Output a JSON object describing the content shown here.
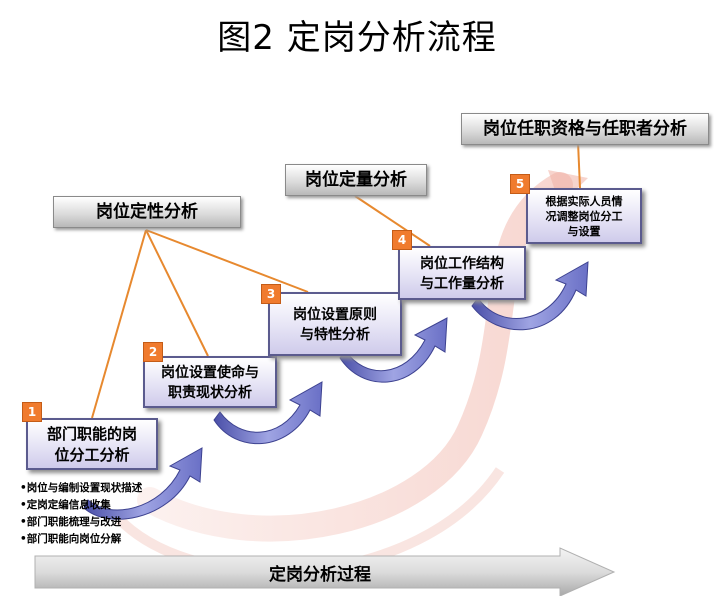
{
  "title": "图2  定岗分析流程",
  "labels": {
    "qualitative": "岗位定性分析",
    "quantitative": "岗位定量分析",
    "qualification": "岗位任职资格与任职者分析"
  },
  "steps": [
    {
      "num": "1",
      "text": "部门职能的岗\n位分工分析"
    },
    {
      "num": "2",
      "text": "岗位设置使命与\n职责现状分析"
    },
    {
      "num": "3",
      "text": "岗位设置原则\n与特性分析"
    },
    {
      "num": "4",
      "text": "岗位工作结构\n与工作量分析"
    },
    {
      "num": "5",
      "text": "根据实际人员情\n况调整岗位分工\n与设置"
    }
  ],
  "bullets": [
    "•岗位与编制设置现状描述",
    "•定岗定编信息收集",
    "•部门职能梳理与改进",
    "•部门职能向岗位分解"
  ],
  "process": "定岗分析过程",
  "colors": {
    "accent": "#f07b2e",
    "step_border": "#5b5b8e",
    "arrow_blue": "#6f74c8"
  }
}
